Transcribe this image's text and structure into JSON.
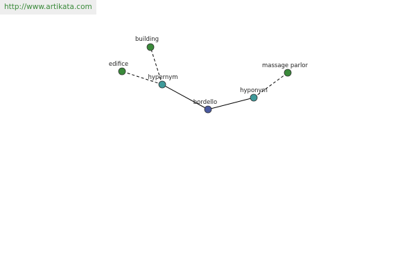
{
  "watermark": {
    "url": "http://www.artikata.com"
  },
  "colors": {
    "center": "#4a5aa0",
    "relation": "#3f9a9a",
    "term": "#3a8a3a",
    "edge": "#000000"
  },
  "graph": {
    "nodes": [
      {
        "id": "bordello",
        "label": "bordello",
        "kind": "center"
      },
      {
        "id": "hypernym",
        "label": "hypernym",
        "kind": "relation"
      },
      {
        "id": "hyponym",
        "label": "hyponym",
        "kind": "relation"
      },
      {
        "id": "building",
        "label": "building",
        "kind": "term"
      },
      {
        "id": "edifice",
        "label": "edifice",
        "kind": "term"
      },
      {
        "id": "massage-parlor",
        "label": "massage parlor",
        "kind": "term"
      }
    ],
    "edges": [
      {
        "from": "bordello",
        "to": "hypernym",
        "style": "solid"
      },
      {
        "from": "bordello",
        "to": "hyponym",
        "style": "solid"
      },
      {
        "from": "hypernym",
        "to": "building",
        "style": "dashed"
      },
      {
        "from": "hypernym",
        "to": "edifice",
        "style": "dashed"
      },
      {
        "from": "hyponym",
        "to": "massage-parlor",
        "style": "dashed"
      }
    ]
  }
}
